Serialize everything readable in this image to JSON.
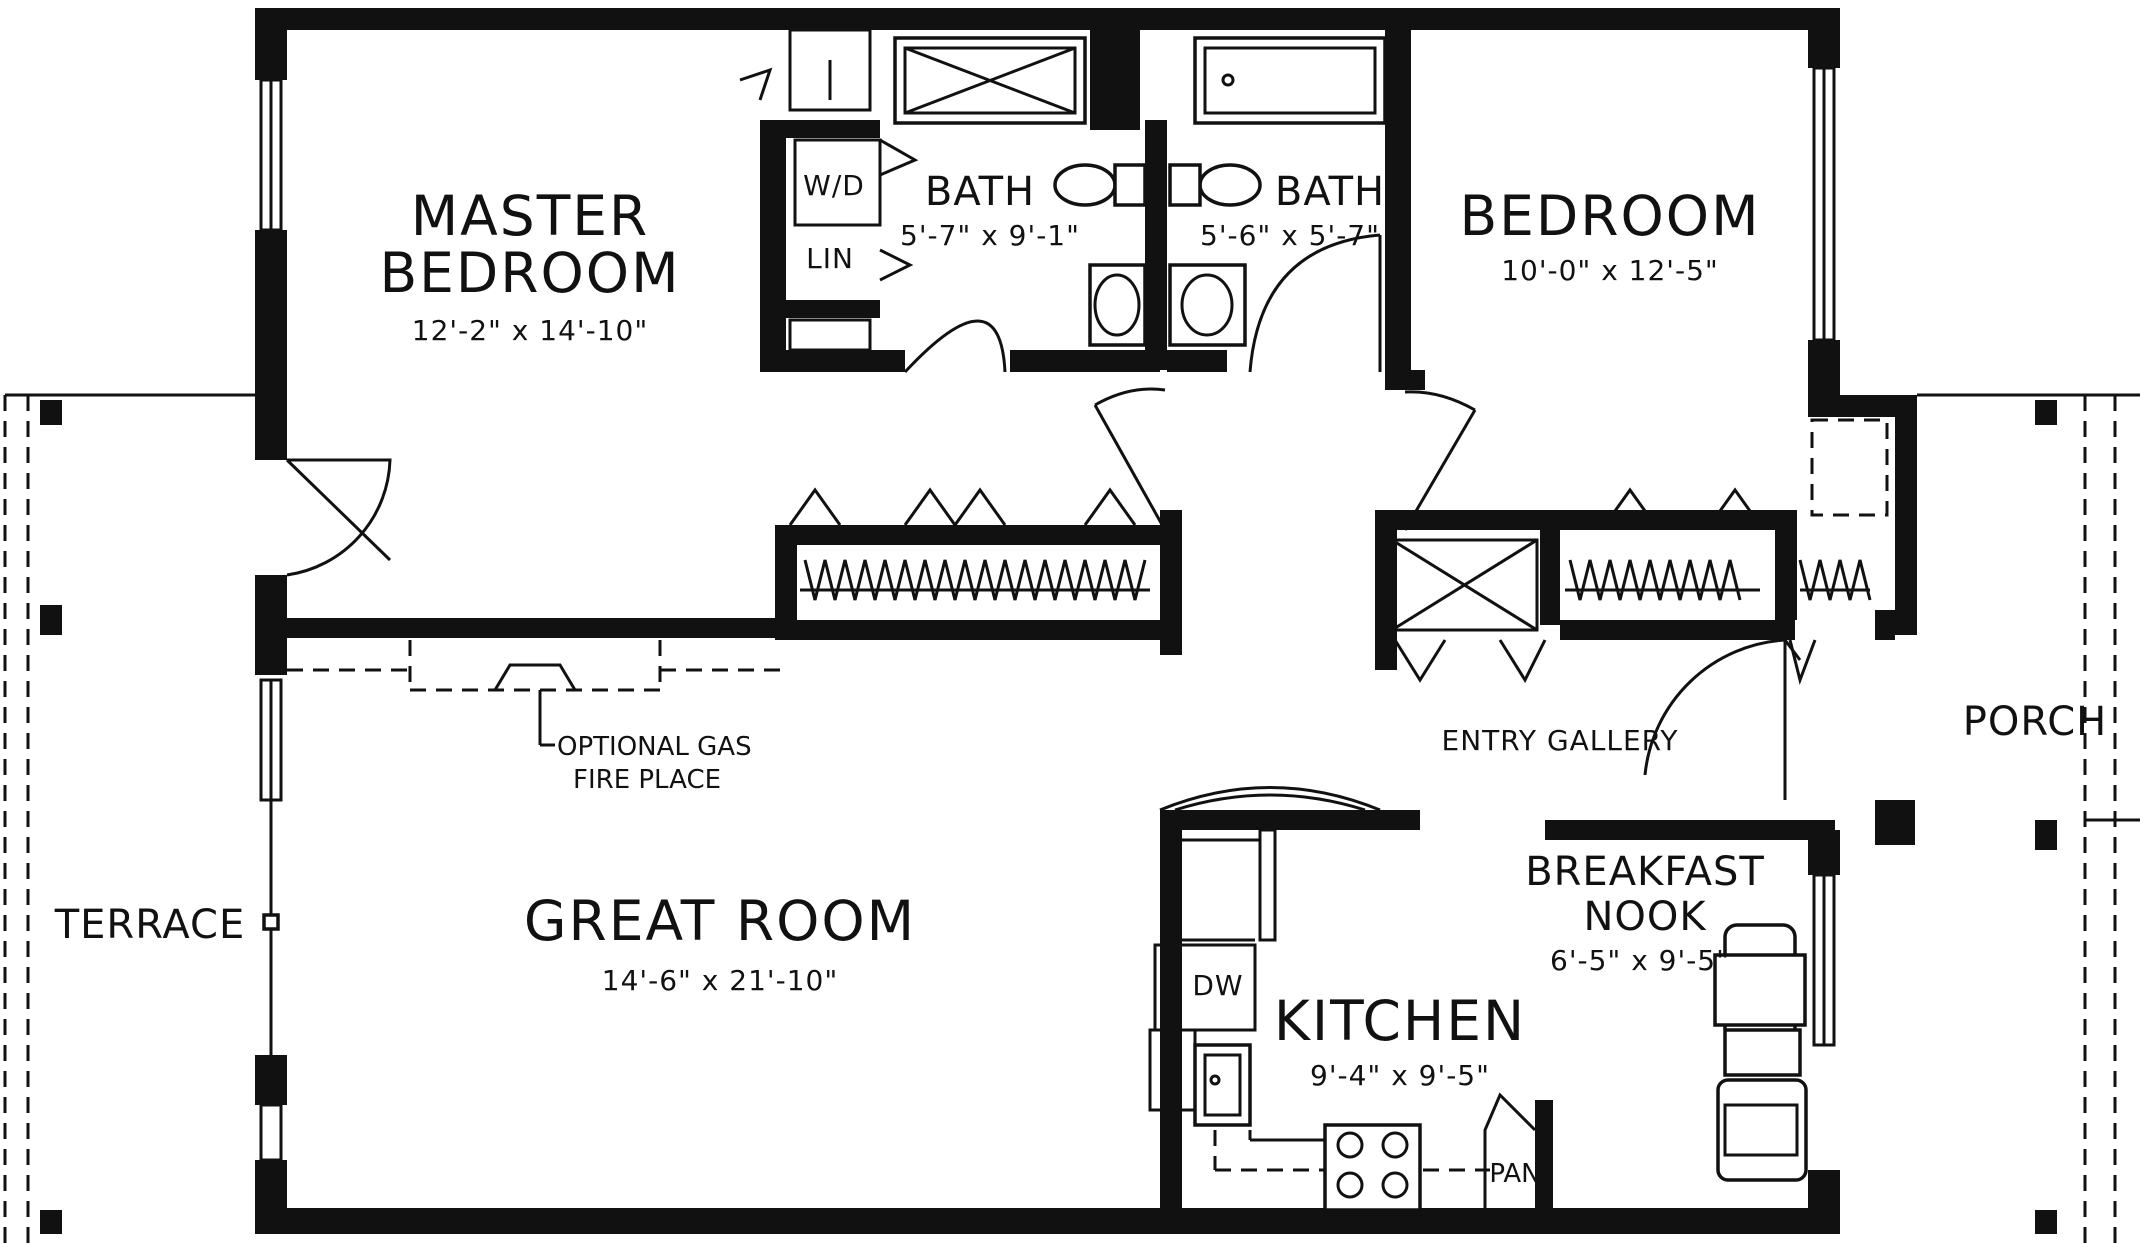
{
  "rooms": {
    "master_bedroom": {
      "line1": "MASTER",
      "line2": "BEDROOM",
      "dims": "12'-2\" x 14'-10\""
    },
    "bath_master": {
      "name": "BATH",
      "dims": "5'-7\" x 9'-1\""
    },
    "bath_hall": {
      "name": "BATH",
      "dims": "5'-6\" x 5'-7\""
    },
    "bedroom": {
      "name": "BEDROOM",
      "dims": "10'-0\" x 12'-5\""
    },
    "great_room": {
      "name": "GREAT ROOM",
      "dims": "14'-6\" x 21'-10\""
    },
    "kitchen": {
      "name": "KITCHEN",
      "dims": "9'-4\" x 9'-5\""
    },
    "breakfast_nook": {
      "line1": "BREAKFAST",
      "line2": "NOOK",
      "dims": "6'-5\" x 9'-5\""
    },
    "entry_gallery": {
      "name": "ENTRY GALLERY"
    },
    "terrace": {
      "name": "TERRACE"
    },
    "porch": {
      "name": "PORCH"
    }
  },
  "fixtures": {
    "washer_dryer": "W/D",
    "linen": "LIN",
    "dishwasher": "DW",
    "pantry": "PAN"
  },
  "notes": {
    "fireplace_line1": "OPTIONAL GAS",
    "fireplace_line2": "FIRE PLACE"
  },
  "colors": {
    "ink": "#111111",
    "paper": "#ffffff"
  }
}
